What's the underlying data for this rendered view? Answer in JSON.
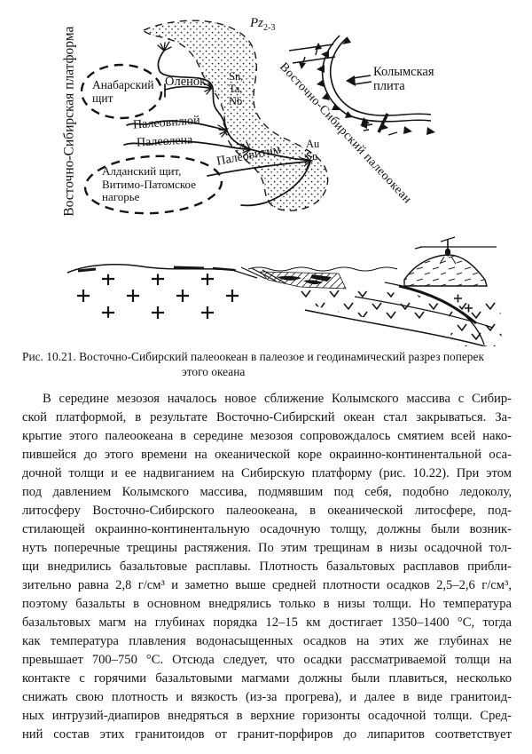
{
  "figure": {
    "era_label": "Pz",
    "era_sub": "2-3",
    "platform": "Восточно-Сибирская платформа",
    "anabar": "Анабарский\nщит",
    "olenek": "Оленок",
    "minerals_nw": "Sn,\nTa,\nNb",
    "paleoviluy": "Палеовилюй",
    "paleolena": "Палеолена",
    "paleovitim": "Палеовитим",
    "minerals_se": "Au\nSn",
    "aldan": "Алданский щит,\nВитимо-Патомское\nнагорье",
    "kolyma": "Колымская\nплита",
    "ocean": "Восточно-Сибирский палеоокеан"
  },
  "caption": {
    "line1": "Рис. 10.21. Восточно-Сибирский палеоокеан в палеозое и геодинамический разрез поперек",
    "line2": "этого океана"
  },
  "body": {
    "lines": [
      "В середине мезозоя началось новое сближение Колымского массива с Сибир-",
      "ской платформой, в результате Восточно-Сибирский океан стал закрываться. За-",
      "крытие этого палеоокеана в середине мезозоя сопровождалось смятием всей нако-",
      "пившейся до этого времени на океанической коре окраинно-континентальной оса-",
      "дочной толщи и ее надвиганием на Сибирскую платформу (рис. 10.22). При этом",
      "под давлением Колымского массива, подмявшим под себя, подобно ледоколу,",
      "литосферу Восточно-Сибирского палеоокеана, в океанической литосфере, под-",
      "стилающей окраинно-континентальную осадочную толщу, должны были возник-",
      "нуть поперечные трещины растяжения. По этим трещинам в низы осадочной тол-",
      "щи внедрились базальтовые расплавы. Плотность базальтовых расплавов прибли-",
      "зительно равна 2,8 г/см³ и заметно выше средней плотности осадков 2,5–2,6 г/см³,",
      "поэтому базальты в основном внедрялись только в низы толщи. Но температура",
      "базальтовых магм на глубинах порядка 12–15 км достигает 1350–1400 °С, тогда",
      "как температура плавления водонасыщенных осадков на этих же глубинах не",
      "превышает 700–750 °С. Отсюда следует, что осадки рассматриваемой толщи на",
      "контакте с горячими базальтовыми магмами должны были плавиться, несколько",
      "снижать свою плотность и вязкость (из-за прогрева), и далее в виде гранитоид-",
      "ных интрузий-диапиров внедряться в верхние горизонты осадочной толщи. Сред-",
      "ний состав этих гранитоидов от гранит-порфиров до липаритов соответствует"
    ]
  }
}
